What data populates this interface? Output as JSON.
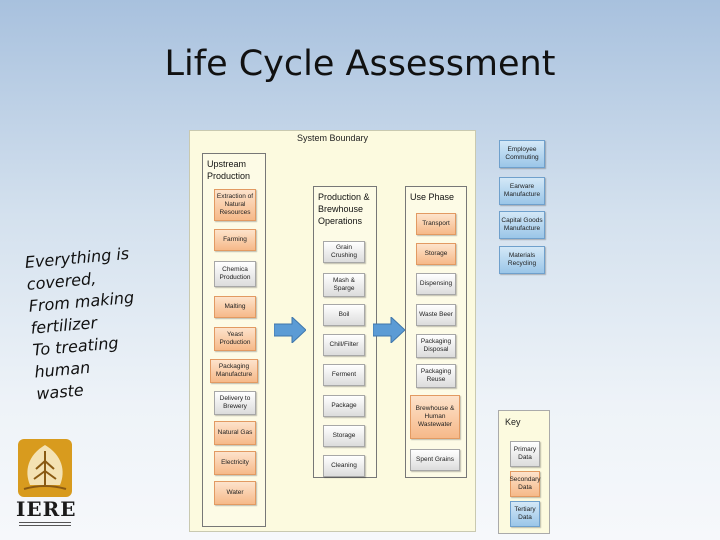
{
  "slide": {
    "title": "Life Cycle Assessment"
  },
  "caption": {
    "lines": [
      "Everything is",
      "covered,",
      "From making",
      "fertilizer",
      "To treating",
      "human",
      "waste"
    ]
  },
  "logo": {
    "text": "IERE"
  },
  "diagram": {
    "system_boundary": "System Boundary",
    "upstream": {
      "title": "Upstream Production",
      "boxes": [
        "Extraction of Natural Resources",
        "Farming",
        "Chemica Production",
        "Malting",
        "Yeast Production",
        "Packaging Manufacture",
        "Delivery to Brewery",
        "Natural Gas",
        "Electricity",
        "Water"
      ]
    },
    "production": {
      "title": "Production & Brewhouse Operations",
      "boxes": [
        "Grain Crushing",
        "Mash & Sparge",
        "Boil",
        "Chill/Filter",
        "Ferment",
        "Package",
        "Storage",
        "Cleaning"
      ]
    },
    "use_phase": {
      "title": "Use Phase",
      "boxes": [
        "Transport",
        "Storage",
        "Dispensing",
        "Waste Beer",
        "Packaging Disposal",
        "Packaging Reuse",
        "Brewhouse & Human Wastewater",
        "Spent Grains"
      ]
    },
    "outside": [
      "Employee Commuting",
      "Earware Manufacture",
      "Capital Goods Manufacture",
      "Materials Recycling"
    ],
    "key": {
      "title": "Key",
      "items": [
        "Primary Data",
        "Secondary Data",
        "Tertiary Data"
      ]
    }
  }
}
